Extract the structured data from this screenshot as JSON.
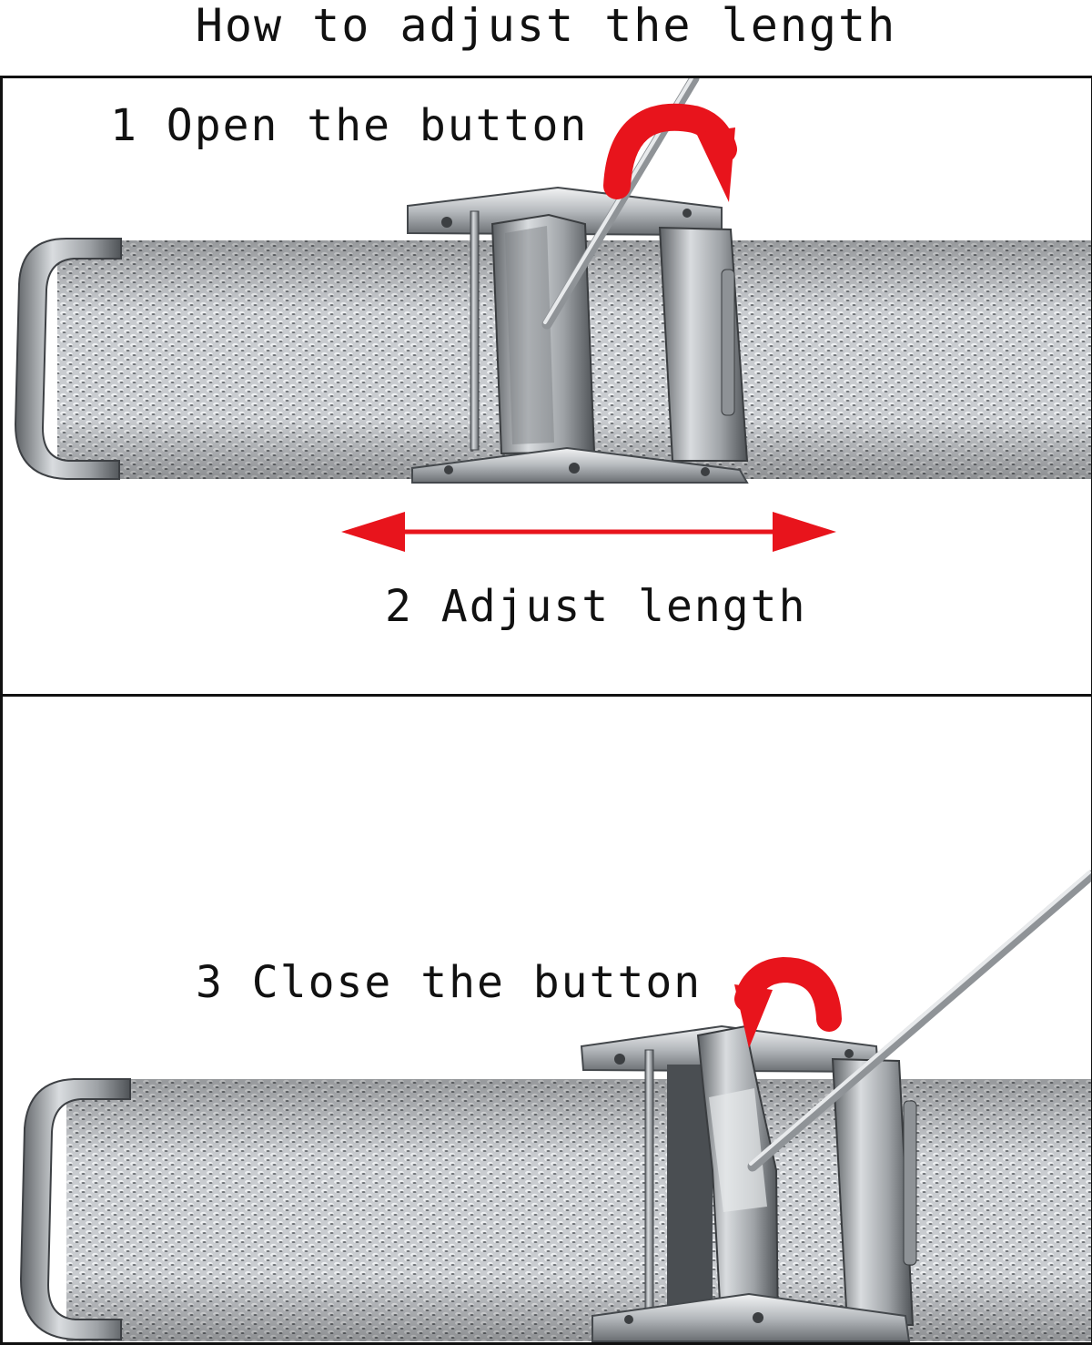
{
  "title": "How to adjust the length",
  "steps": [
    {
      "label": "1 Open the button"
    },
    {
      "label": "2 Adjust length"
    },
    {
      "label": "3 Close the button"
    }
  ],
  "colors": {
    "arrow": "#e8141c",
    "frame": "#111111",
    "metal_light": "#e4e6e8",
    "metal_mid": "#a7abaf",
    "metal_dark": "#55595d"
  },
  "icons": {
    "rotate_open": "curved-arrow-clockwise-icon",
    "adjust": "double-arrow-horizontal-icon",
    "rotate_close": "curved-arrow-counterclockwise-icon"
  }
}
